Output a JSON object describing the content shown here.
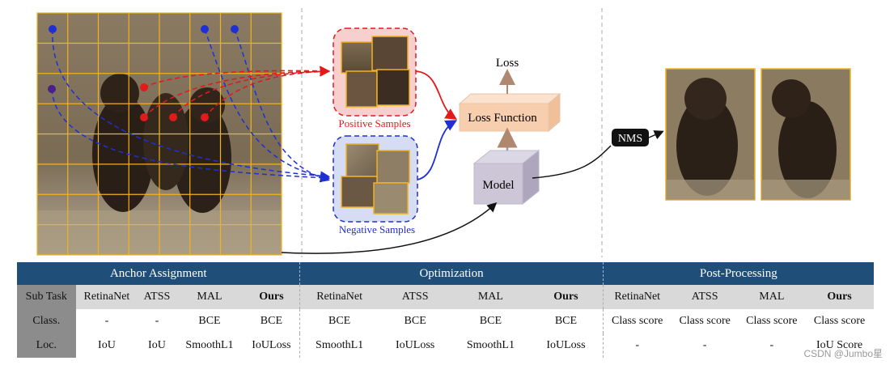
{
  "diagram": {
    "positive_samples_label": "Positive Samples",
    "negative_samples_label": "Negative Samples",
    "loss_label": "Loss",
    "loss_function_label": "Loss Function",
    "model_label": "Model",
    "nms_label": "NMS"
  },
  "table": {
    "groups": [
      "Anchor Assignment",
      "Optimization",
      "Post-Processing"
    ],
    "header_row": [
      "Sub Task",
      "RetinaNet",
      "ATSS",
      "MAL",
      "Ours",
      "RetinaNet",
      "ATSS",
      "MAL",
      "Ours",
      "RetinaNet",
      "ATSS",
      "MAL",
      "Ours"
    ],
    "rows": [
      [
        "Class.",
        "-",
        "-",
        "BCE",
        "BCE",
        "BCE",
        "BCE",
        "BCE",
        "BCE",
        "Class score",
        "Class score",
        "Class score",
        "Class score"
      ],
      [
        "Loc.",
        "IoU",
        "IoU",
        "SmoothL1",
        "IoULoss",
        "SmoothL1",
        "IoULoss",
        "SmoothL1",
        "IoULoss",
        "-",
        "-",
        "-",
        "IoU Score"
      ]
    ]
  },
  "watermark": "CSDN @Jumbo星",
  "colors": {
    "table_header": "#1f4e79",
    "positive": "#e31a1c",
    "negative": "#1f2fd6",
    "grid": "#f2b21c",
    "box_face": "#f8cfae",
    "model_face": "#ccc6d6"
  }
}
